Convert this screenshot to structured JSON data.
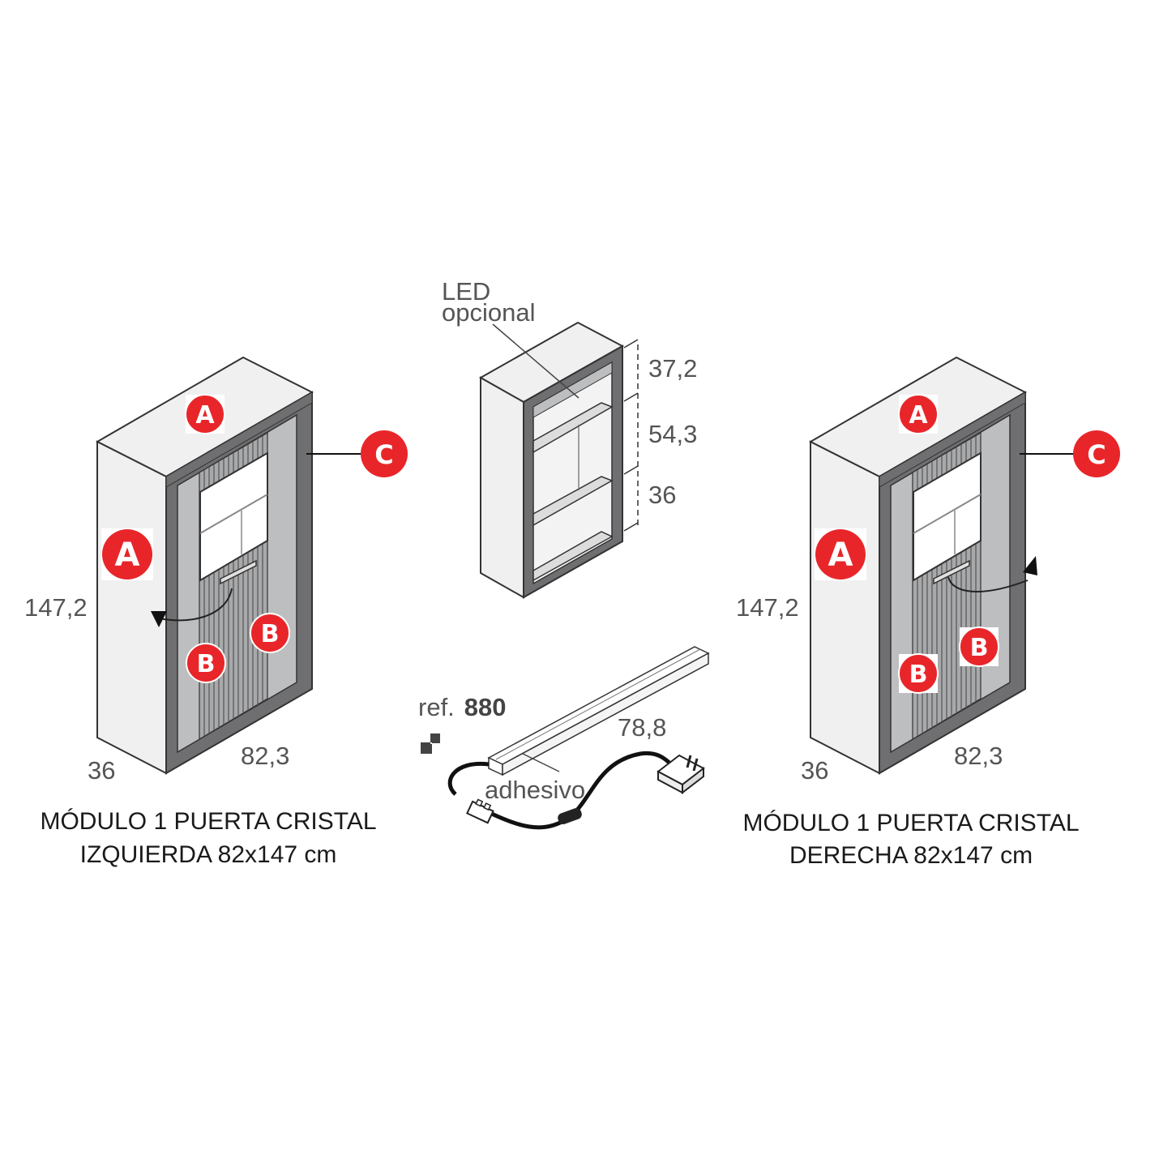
{
  "left_module": {
    "caption_line1": "MÓDULO 1 PUERTA CRISTAL",
    "caption_line2": "IZQUIERDA 82x147 cm",
    "dim_height": "147,2",
    "dim_depth": "36",
    "dim_width": "82,3",
    "labels": [
      "A",
      "A",
      "B",
      "B",
      "C"
    ]
  },
  "center_module": {
    "led_line1": "LED",
    "led_line2": "opcional",
    "dims": [
      "37,2",
      "54,3",
      "36"
    ]
  },
  "led_kit": {
    "ref_prefix": "ref.",
    "ref_number": "880",
    "length": "78,8",
    "adhesive_label": "adhesivo"
  },
  "right_module": {
    "caption_line1": "MÓDULO 1 PUERTA CRISTAL",
    "caption_line2": "DERECHA 82x147 cm",
    "dim_height": "147,2",
    "dim_depth": "36",
    "dim_width": "82,3",
    "labels": [
      "A",
      "A",
      "B",
      "B",
      "C"
    ]
  },
  "colors": {
    "badge_red": "#e8262a",
    "frame_dark": "#6f6f71",
    "panel_light": "#eeeeee",
    "panel_mid": "#bdbec0"
  }
}
